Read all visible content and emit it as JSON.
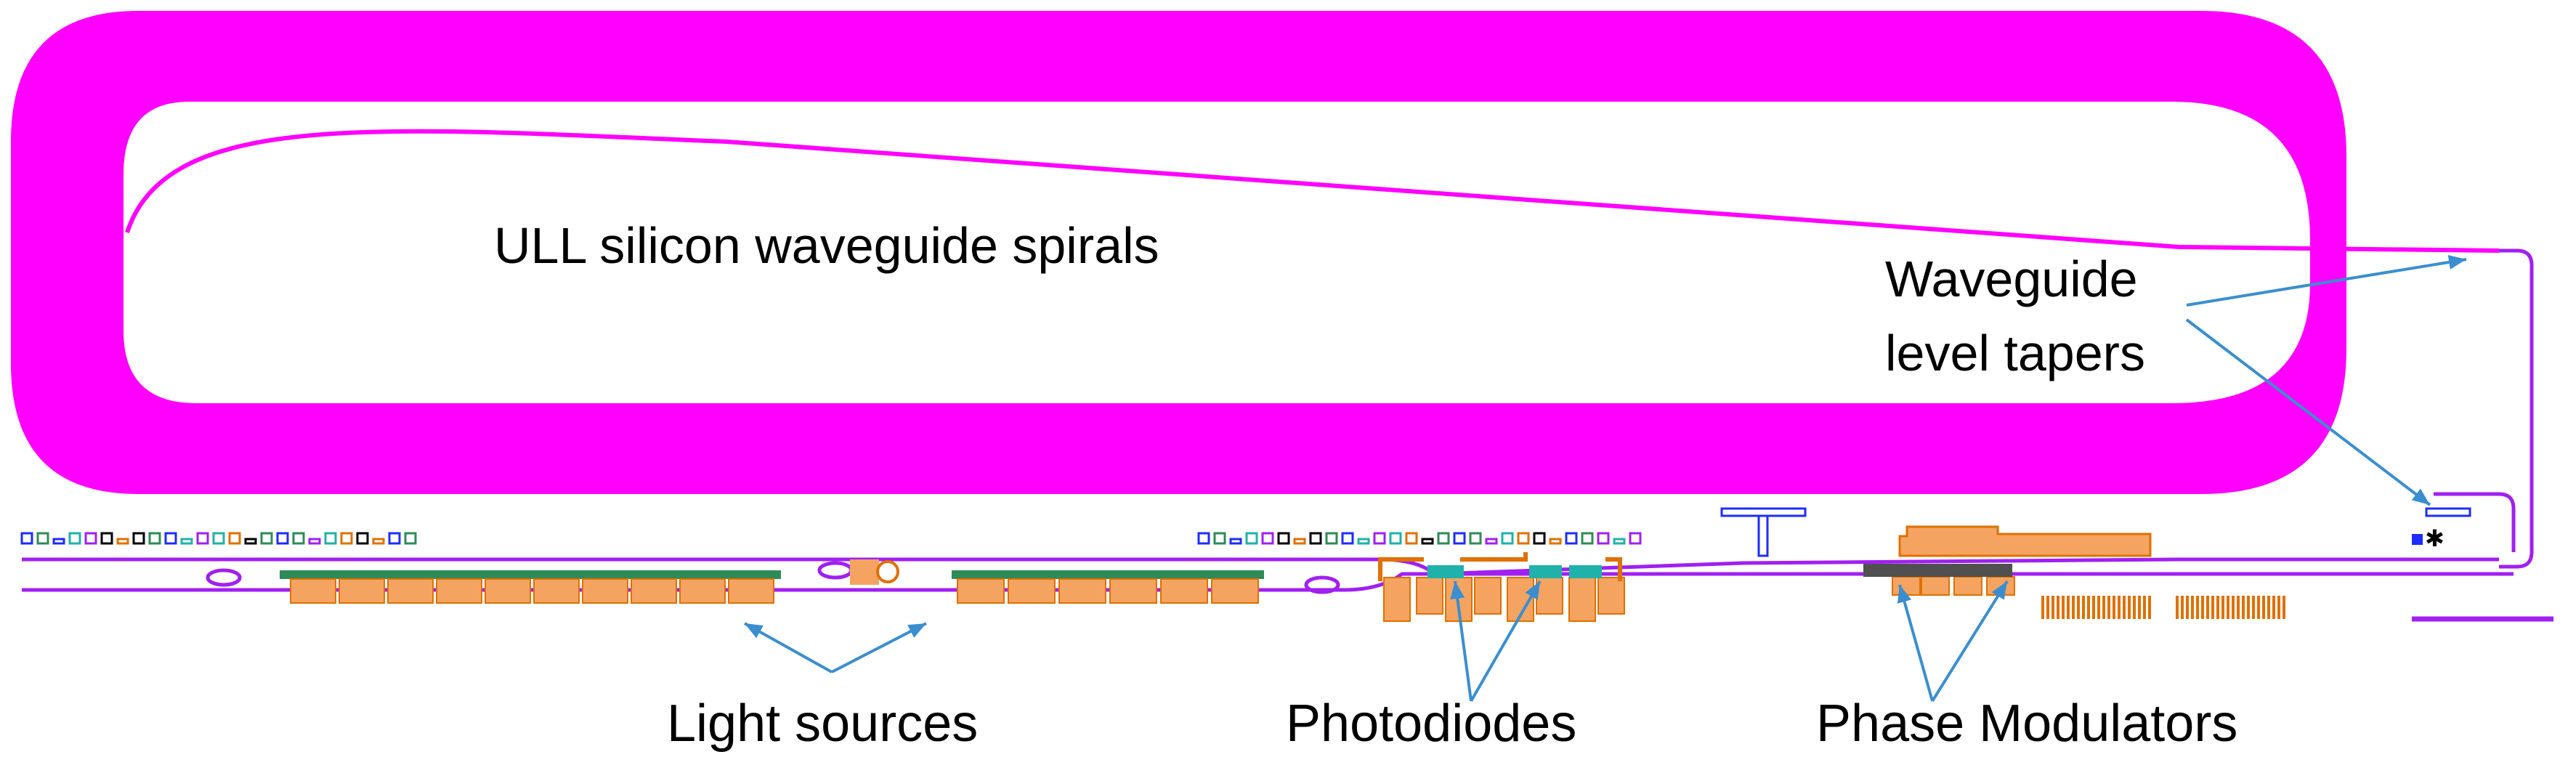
{
  "labels": {
    "spirals": "ULL silicon waveguide spirals",
    "tapers_line1": "Waveguide",
    "tapers_line2": "level tapers",
    "light_sources": "Light sources",
    "photodiodes": "Photodiodes",
    "phase_modulators": "Phase Modulators"
  },
  "colors": {
    "spiral": "#ff00ff",
    "waveguide": "#a020f0",
    "device": "#f4a460",
    "device_outline": "#e07000",
    "strip": "#2e8b57",
    "arrow": "#3a8ecf",
    "detector": "#20b2aa",
    "metal": "#505050",
    "test_blue": "#1e2cff"
  }
}
